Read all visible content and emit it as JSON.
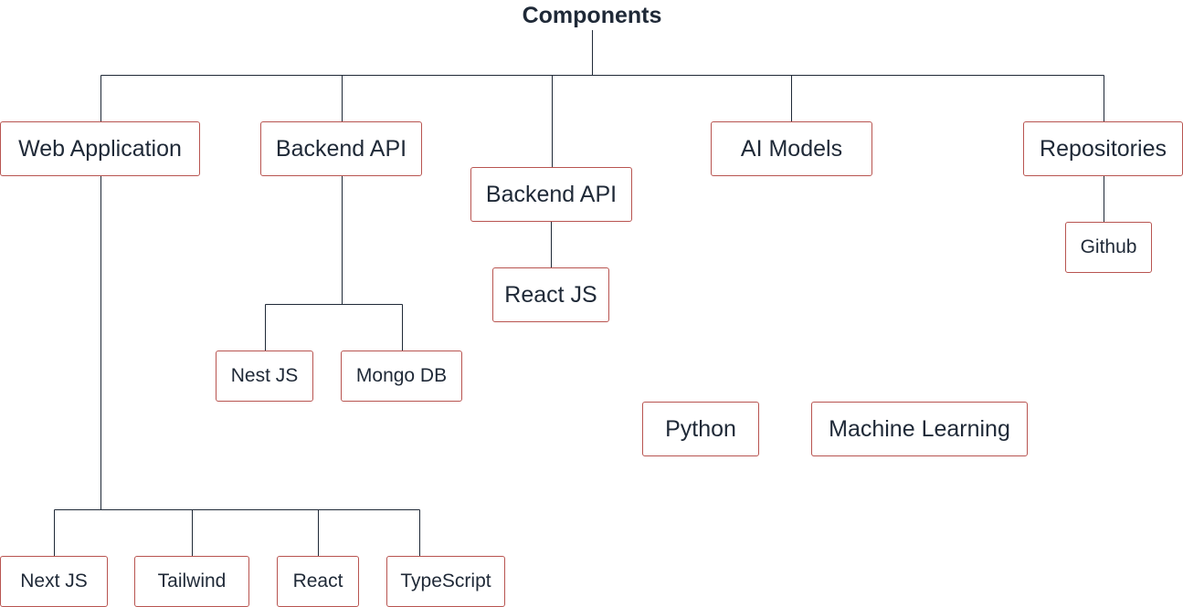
{
  "diagram": {
    "title": "Components",
    "nodes": {
      "web_application": "Web Application",
      "backend_api_1": "Backend API",
      "backend_api_2": "Backend API",
      "ai_models": "AI Models",
      "repositories": "Repositories",
      "github": "Github",
      "react_js": "React JS",
      "nest_js": "Nest JS",
      "mongo_db": "Mongo DB",
      "python": "Python",
      "machine_learning": "Machine Learning",
      "next_js": "Next JS",
      "tailwind": "Tailwind",
      "react": "React",
      "typescript": "TypeScript"
    },
    "colors": {
      "node_border": "#b85450",
      "line": "#1f2937",
      "text": "#1f2937"
    }
  }
}
